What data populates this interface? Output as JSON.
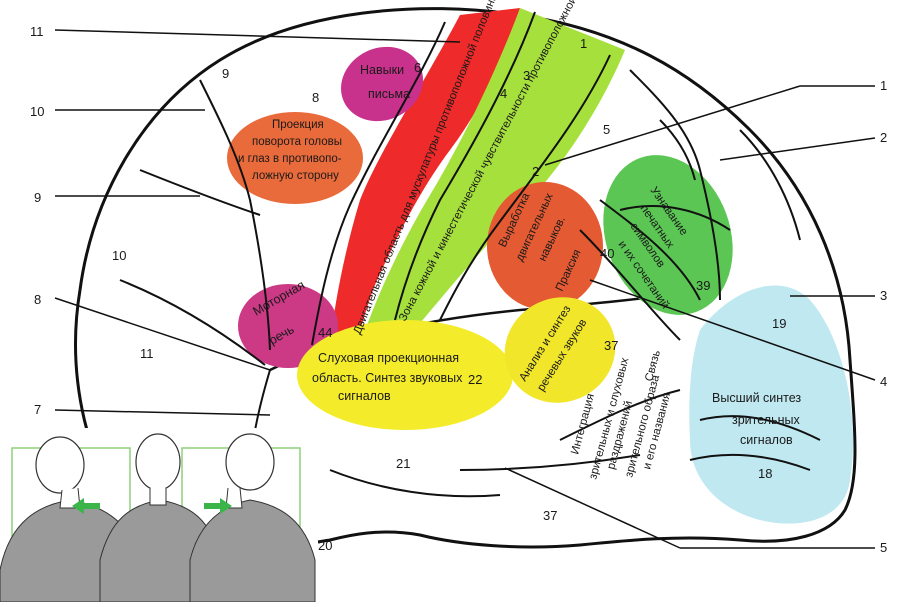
{
  "colors": {
    "motor_strip": "#ee2a2a",
    "sensory_strip": "#a6e03c",
    "writing": "#c8328c",
    "gaze": "#e96a3a",
    "motor_speech": "#cc3a86",
    "praxis": "#e45a32",
    "recognition": "#5cc655",
    "auditory": "#f4ec2a",
    "speech_analysis": "#f1e62a",
    "visual": "#bfe8f1"
  },
  "zones": {
    "motor_strip": "Двигательная область для мускулатуры противоположной половины тела",
    "motor_strip_num": "4",
    "sensory_strip": "Зона кожной и кинестетической чувствительности противоположной половины тела",
    "sensory_num_top": "1",
    "sensory_num_3": "3",
    "sensory_num_2": "2",
    "writing_1": "Навыки",
    "writing_2": "письма",
    "writing_num": "6",
    "gaze_1": "Проекция",
    "gaze_2": "поворота головы",
    "gaze_3": "и глаз в противопо-",
    "gaze_4": "ложную сторону",
    "motor_speech_1": "Моторная",
    "motor_speech_2": "речь",
    "motor_speech_num": "44",
    "praxis_1": "Выработка",
    "praxis_2": "двигательных",
    "praxis_3": "навыков.",
    "praxis_4": "Праксия",
    "recognition_1": "Узнавание",
    "recognition_2": "печатных",
    "recognition_3": "символов",
    "recognition_4": "и их сочетаний",
    "recognition_num": "39",
    "auditory_1": "Слуховая проекционная",
    "auditory_2": "область. Синтез звуковых",
    "auditory_3": "сигналов",
    "auditory_num": "22",
    "speech_analysis_1": "Анализ и синтез",
    "speech_analysis_2": "речевых звуков",
    "integration_1": "Интеграция",
    "integration_2": "зрительных и слуховых",
    "integration_3": "раздражений",
    "association_1": "Связь",
    "association_2": "зрительного образа",
    "association_3": "и его названия",
    "visual_1": "Высший синтез",
    "visual_2": "зрительных",
    "visual_3": "сигналов"
  },
  "area_numbers": {
    "n9_top": "9",
    "n8": "8",
    "n10": "10",
    "n5": "5",
    "n40": "40",
    "n19": "19",
    "n37_mid": "37",
    "n21": "21",
    "n37_bot": "37",
    "n18": "18",
    "n20": "20",
    "n11": "11"
  },
  "callouts": {
    "left": [
      "11",
      "10",
      "9",
      "8",
      "7"
    ],
    "right": [
      "1",
      "2",
      "3",
      "4",
      "5"
    ]
  },
  "inset": {
    "figures": [
      "head-turned-left",
      "head-facing-front",
      "head-turned-right"
    ],
    "arrow_color": "#3bb54a"
  }
}
